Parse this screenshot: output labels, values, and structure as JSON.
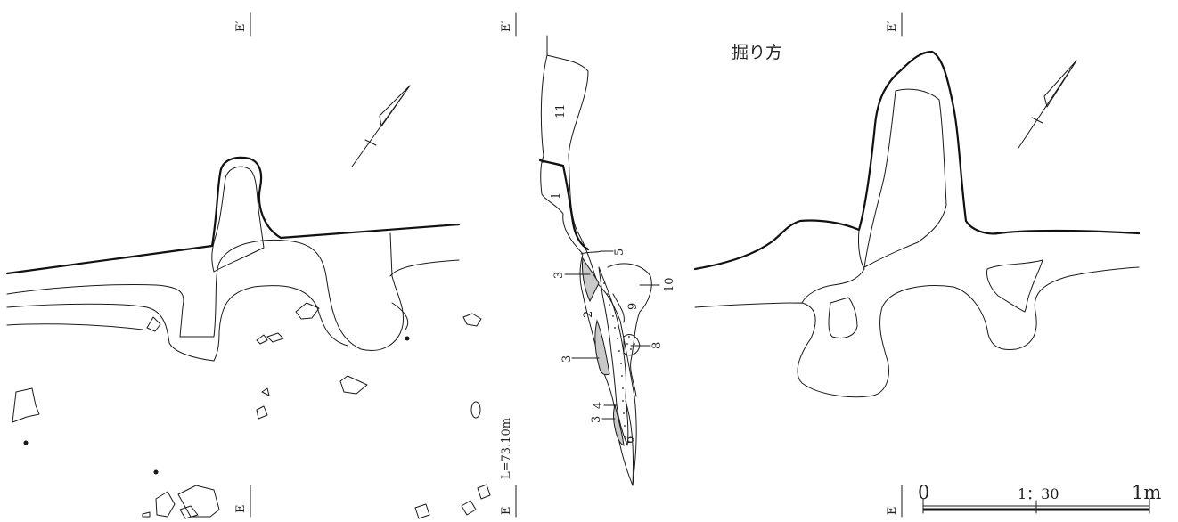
{
  "figure": {
    "section_title": "掘り方",
    "elevation_label": "L=73.10m",
    "point_top": "E′",
    "point_bottom": "E",
    "scale_bar": {
      "start": "0",
      "ratio": "1：30",
      "end": "1m"
    },
    "layers": [
      "11",
      "1",
      "5",
      "3",
      "10",
      "9",
      "2",
      "8",
      "3",
      "4",
      "3",
      "6"
    ],
    "colors": {
      "line": "#1a1a1a",
      "fill_gray": "#c9c9c9",
      "background": "#ffffff"
    }
  }
}
